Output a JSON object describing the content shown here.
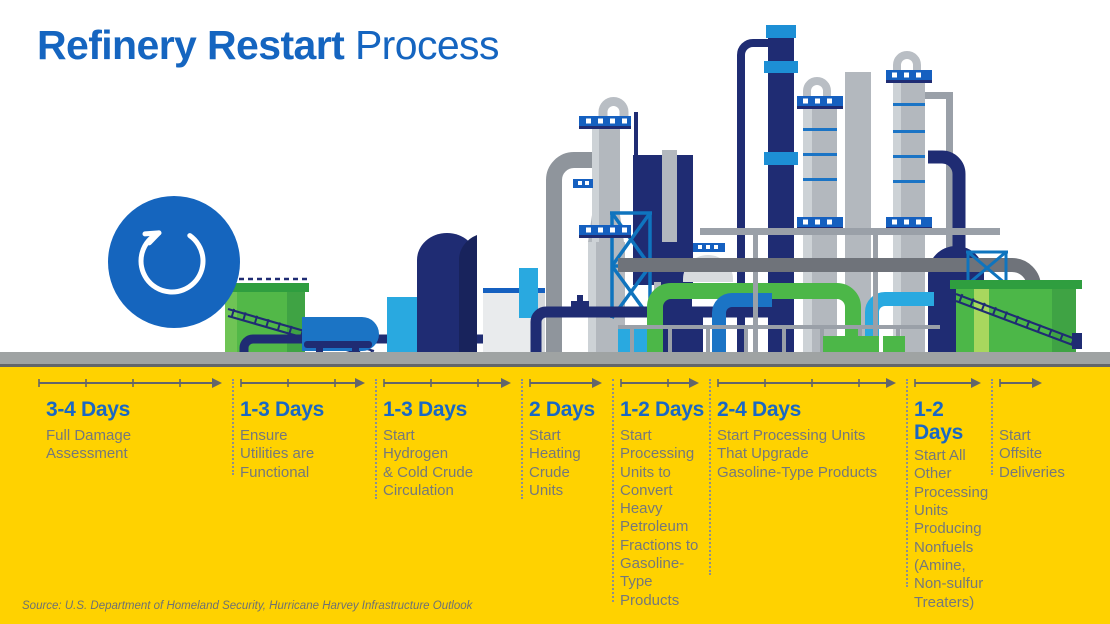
{
  "title": {
    "bold": "Refinery Restart",
    "light": "Process"
  },
  "source": "Source: U.S. Department of Homeland Security, Hurricane Harvey Infrastructure Outlook",
  "icons": {
    "restart_icon": "circular-restart-arrow"
  },
  "palette": {
    "title_blue": "#1565C0",
    "heading_blue": "#1A68C4",
    "body_gray": "#75787B",
    "background_yellow": "#FFD200",
    "ground_gray": "#9FA3A3",
    "arrow_gray": "#63666A",
    "navy": "#1F2C73",
    "medium_blue": "#1B74C5",
    "bright_blue": "#29A9E0",
    "platform_blue": "#1560C0",
    "green": "#4CB748",
    "light_green": "#A8D75E",
    "dark_green": "#2F9E3F",
    "tower_gray": "#B3B8BE"
  },
  "timeline": {
    "steps": [
      {
        "duration": "3-4 Days",
        "description": "Full Damage\nAssessment"
      },
      {
        "duration": "1-3 Days",
        "description": "Ensure\nUtilities are\nFunctional"
      },
      {
        "duration": "1-3 Days",
        "description": "Start\nHydrogen\n& Cold Crude\nCirculation"
      },
      {
        "duration": "2 Days",
        "description": "Start\nHeating\nCrude\nUnits"
      },
      {
        "duration": "1-2 Days",
        "description": "Start\nProcessing\nUnits to\nConvert\nHeavy\nPetroleum\nFractions to\nGasoline-\nType\nProducts"
      },
      {
        "duration": "2-4 Days",
        "description": "Start Processing Units\nThat Upgrade\nGasoline-Type Products"
      },
      {
        "duration": "1-2 Days",
        "description": "Start All\nOther\nProcessing\nUnits\nProducing\nNonfuels\n(Amine,\nNon-sulfur\nTreaters)"
      },
      {
        "duration": "",
        "description": "Start\nOffsite\nDeliveries"
      }
    ]
  }
}
